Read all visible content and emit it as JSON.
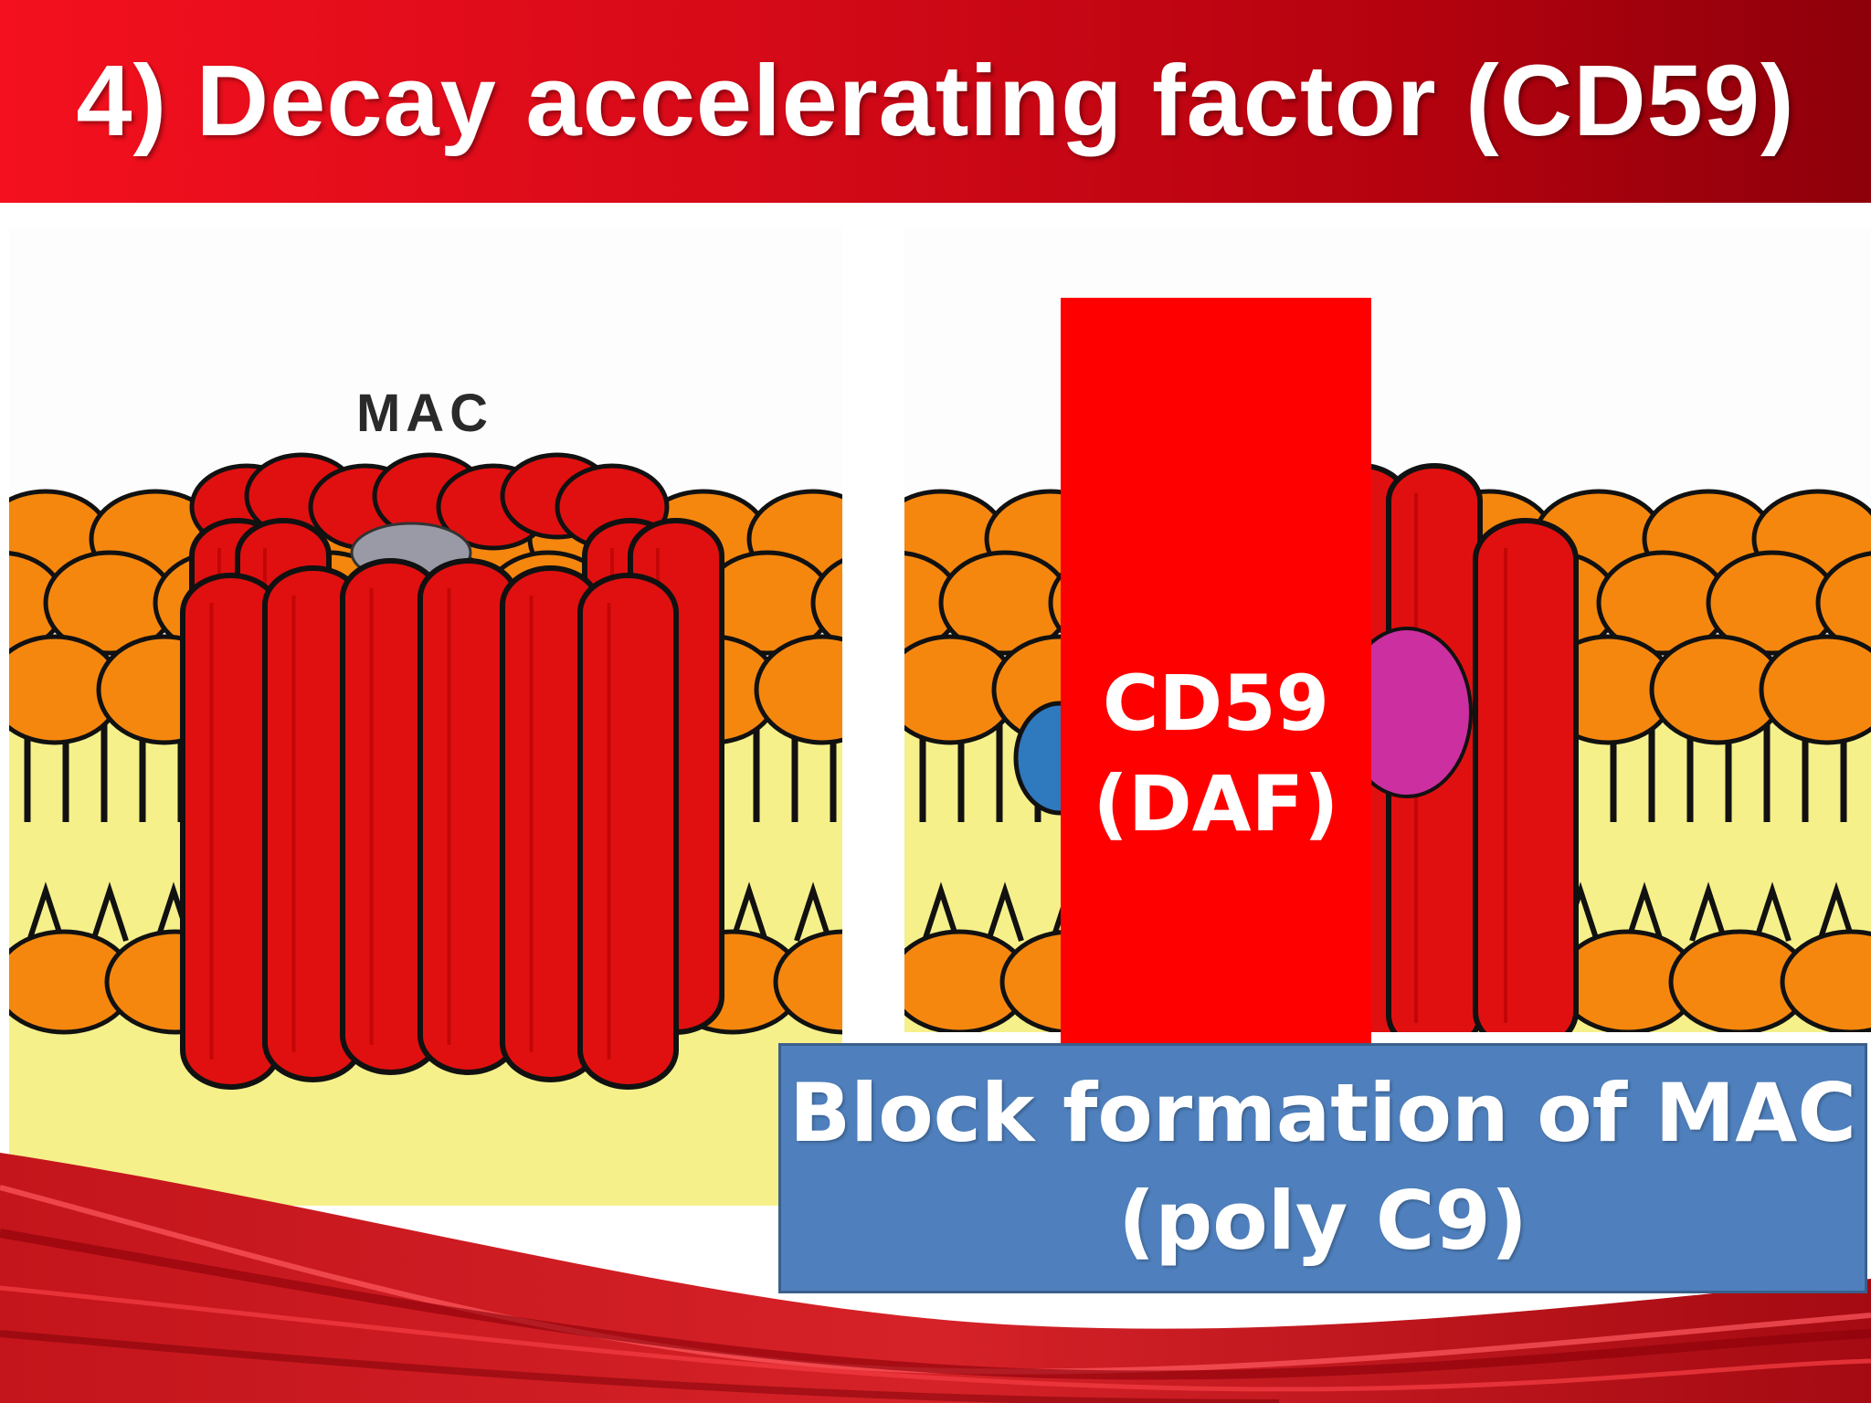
{
  "slide": {
    "title": "4) Decay accelerating factor (CD59)"
  },
  "diagram": {
    "mac_label": "MAC",
    "cd59_label_line1": "CD59",
    "cd59_label_line2": "(DAF)",
    "callout_line1": "Block formation of MAC",
    "callout_line2": "(poly C9)"
  },
  "colors": {
    "title_bar": "#d60a18",
    "cd59_box": "#ff0000",
    "callout_box": "#4f80bd",
    "mac_column": "#e01010",
    "lipid_head": "#f5870f",
    "membrane_core": "#f5f08a"
  }
}
